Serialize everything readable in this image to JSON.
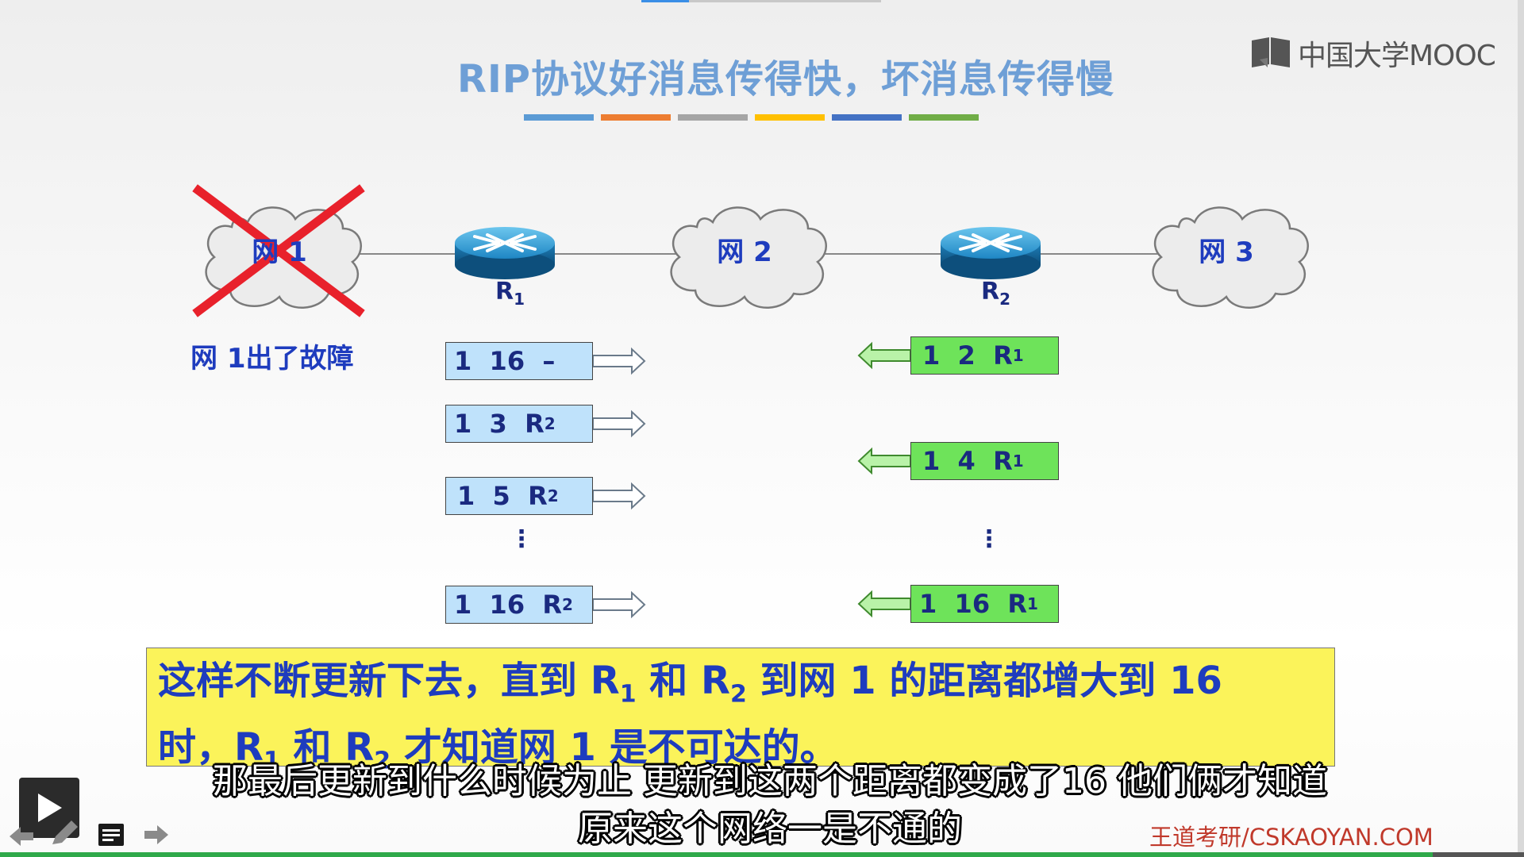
{
  "slide": {
    "title": "RIP协议好消息传得快，坏消息传得慢",
    "title_color": "#6e9fd6",
    "color_bar": [
      "#5b9bd5",
      "#ed7d31",
      "#a5a5a5",
      "#ffc000",
      "#4472c4",
      "#70ad47"
    ],
    "network": {
      "net1_label": "网 1",
      "net2_label": "网 2",
      "net3_label": "网 3",
      "r1_base": "R",
      "r1_sub": "1",
      "r2_base": "R",
      "r2_sub": "2",
      "fault_note": "网 1出了故障",
      "net1_failed": true
    },
    "r1_updates": [
      {
        "net": "1",
        "dist": "16",
        "hop": "–",
        "hop_sub": ""
      },
      {
        "net": "1",
        "dist": "3",
        "hop": "R",
        "hop_sub": "2"
      },
      {
        "net": "1",
        "dist": "5",
        "hop": "R",
        "hop_sub": "2"
      },
      {
        "net": "1",
        "dist": "16",
        "hop": "R",
        "hop_sub": "2"
      }
    ],
    "r2_updates": [
      {
        "net": "1",
        "dist": "2",
        "hop": "R",
        "hop_sub": "1"
      },
      {
        "net": "1",
        "dist": "4",
        "hop": "R",
        "hop_sub": "1"
      },
      {
        "net": "1",
        "dist": "16",
        "hop": "R",
        "hop_sub": "1"
      }
    ],
    "ellipsis": "⋮",
    "highlight": {
      "l1_a": "这样不断更新下去，直到 R",
      "l1_sub1": "1",
      "l1_b": " 和 R",
      "l1_sub2": "2",
      "l1_c": " 到网 1 的距离都增大到 16",
      "l2_a": "时，R",
      "l2_sub1": "1",
      "l2_b": " 和 R",
      "l2_sub2": "2",
      "l2_c": " 才知道网 1 是不可达的。"
    },
    "highlight_bg": "#fbf35a"
  },
  "branding": {
    "mooc_logo": "中国大学MOOC",
    "watermark": "王道考研/CSKAOYAN.COM"
  },
  "subtitles": {
    "line1": "那最后更新到什么时候为止 更新到这两个距离都变成了16 他们俩才知道",
    "line2": "原来这个网络一是不通的"
  },
  "player": {
    "progress": 0.94,
    "top_progress": 0.2,
    "accent_color": "#2fa94a"
  }
}
